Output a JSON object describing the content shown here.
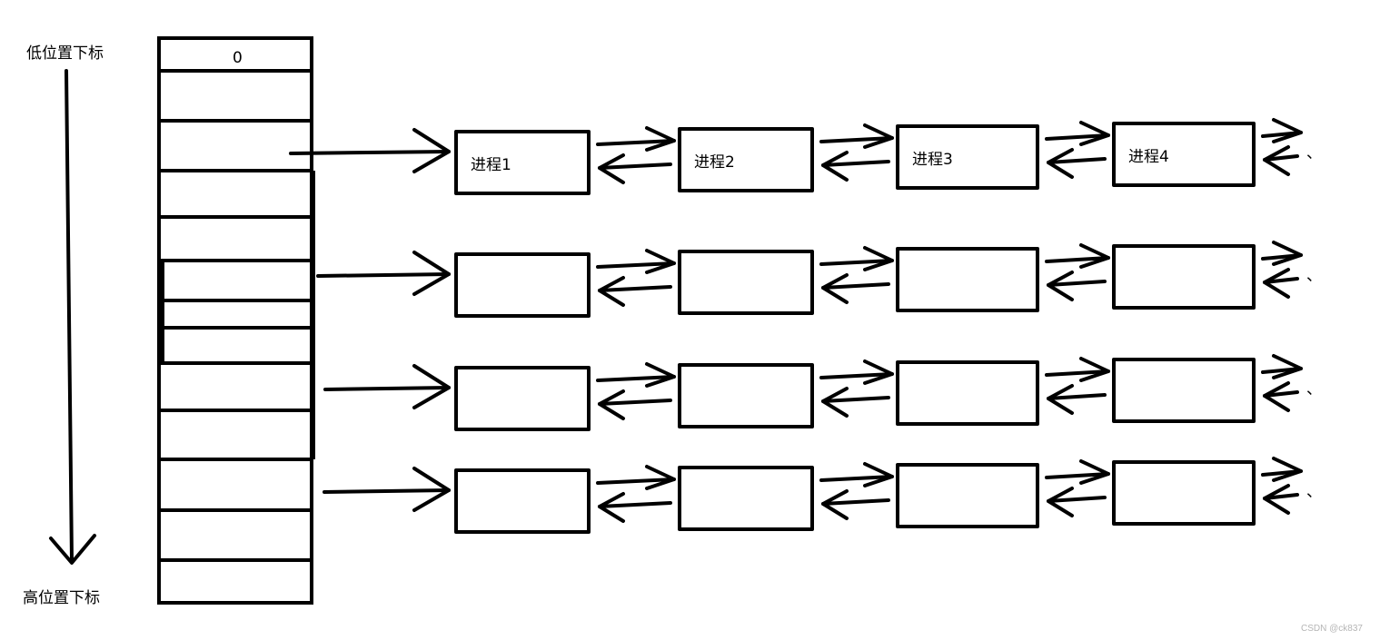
{
  "labels": {
    "low_index": "低位置下标",
    "high_index": "高位置下标",
    "first_slot": "0"
  },
  "rows": [
    {
      "nodes": [
        "进程1",
        "进程2",
        "进程3",
        "进程4"
      ]
    },
    {
      "nodes": [
        "",
        "",
        "",
        ""
      ]
    },
    {
      "nodes": [
        "",
        "",
        "",
        ""
      ]
    },
    {
      "nodes": [
        "",
        "",
        "",
        ""
      ]
    }
  ],
  "watermark": "CSDN @ck837",
  "colors": {
    "stroke": "#000000",
    "background": "#ffffff",
    "watermark": "#b5b5b5"
  }
}
